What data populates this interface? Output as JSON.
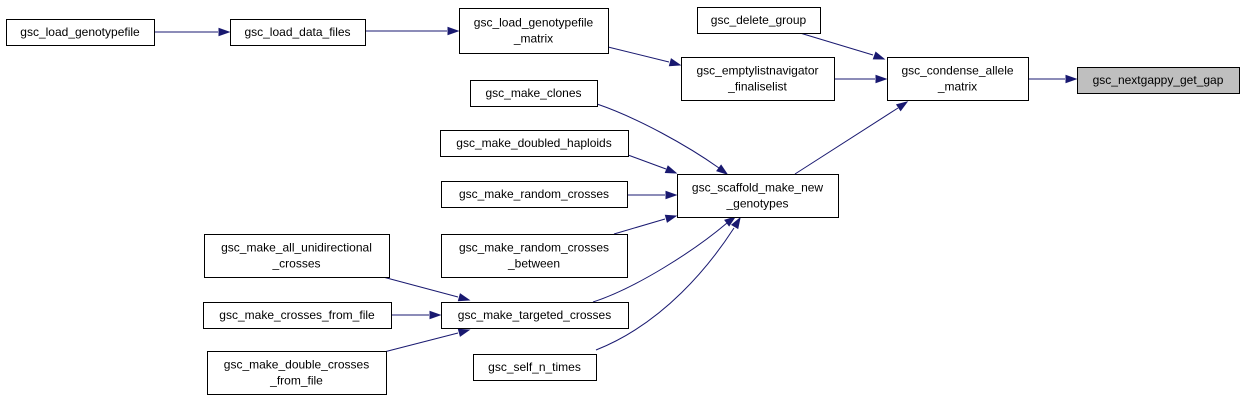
{
  "colors": {
    "edge": "#191970",
    "node_border": "#000000",
    "node_fill": "#ffffff",
    "highlight_fill": "#bfbfbf"
  },
  "nodes": {
    "load_genotypefile": {
      "lines": [
        "gsc_load_genotypefile"
      ]
    },
    "load_data_files": {
      "lines": [
        "gsc_load_data_files"
      ]
    },
    "load_genotypefile_matrix": {
      "lines": [
        "gsc_load_genotypefile",
        "_matrix"
      ]
    },
    "delete_group": {
      "lines": [
        "gsc_delete_group"
      ]
    },
    "emptylistnavigator_finaliselist": {
      "lines": [
        "gsc_emptylistnavigator",
        "_finaliselist"
      ]
    },
    "condense_allele_matrix": {
      "lines": [
        "gsc_condense_allele",
        "_matrix"
      ]
    },
    "nextgappy_get_gap": {
      "lines": [
        "gsc_nextgappy_get_gap"
      ]
    },
    "make_clones": {
      "lines": [
        "gsc_make_clones"
      ]
    },
    "make_doubled_haploids": {
      "lines": [
        "gsc_make_doubled_haploids"
      ]
    },
    "make_random_crosses": {
      "lines": [
        "gsc_make_random_crosses"
      ]
    },
    "scaffold_make_new_genotypes": {
      "lines": [
        "gsc_scaffold_make_new",
        "_genotypes"
      ]
    },
    "make_random_crosses_between": {
      "lines": [
        "gsc_make_random_crosses",
        "_between"
      ]
    },
    "make_all_unidirectional_crosses": {
      "lines": [
        "gsc_make_all_unidirectional",
        "_crosses"
      ]
    },
    "make_crosses_from_file": {
      "lines": [
        "gsc_make_crosses_from_file"
      ]
    },
    "make_targeted_crosses": {
      "lines": [
        "gsc_make_targeted_crosses"
      ]
    },
    "make_double_crosses_from_file": {
      "lines": [
        "gsc_make_double_crosses",
        "_from_file"
      ]
    },
    "self_n_times": {
      "lines": [
        "gsc_self_n_times"
      ]
    }
  },
  "edges": [
    {
      "from": "load_genotypefile",
      "to": "load_data_files"
    },
    {
      "from": "load_data_files",
      "to": "load_genotypefile_matrix"
    },
    {
      "from": "load_genotypefile_matrix",
      "to": "emptylistnavigator_finaliselist"
    },
    {
      "from": "delete_group",
      "to": "condense_allele_matrix"
    },
    {
      "from": "emptylistnavigator_finaliselist",
      "to": "condense_allele_matrix"
    },
    {
      "from": "scaffold_make_new_genotypes",
      "to": "condense_allele_matrix"
    },
    {
      "from": "condense_allele_matrix",
      "to": "nextgappy_get_gap"
    },
    {
      "from": "make_clones",
      "to": "scaffold_make_new_genotypes"
    },
    {
      "from": "make_doubled_haploids",
      "to": "scaffold_make_new_genotypes"
    },
    {
      "from": "make_random_crosses",
      "to": "scaffold_make_new_genotypes"
    },
    {
      "from": "make_random_crosses_between",
      "to": "scaffold_make_new_genotypes"
    },
    {
      "from": "make_targeted_crosses",
      "to": "scaffold_make_new_genotypes"
    },
    {
      "from": "self_n_times",
      "to": "scaffold_make_new_genotypes"
    },
    {
      "from": "make_all_unidirectional_crosses",
      "to": "make_targeted_crosses"
    },
    {
      "from": "make_crosses_from_file",
      "to": "make_targeted_crosses"
    },
    {
      "from": "make_double_crosses_from_file",
      "to": "make_targeted_crosses"
    }
  ]
}
